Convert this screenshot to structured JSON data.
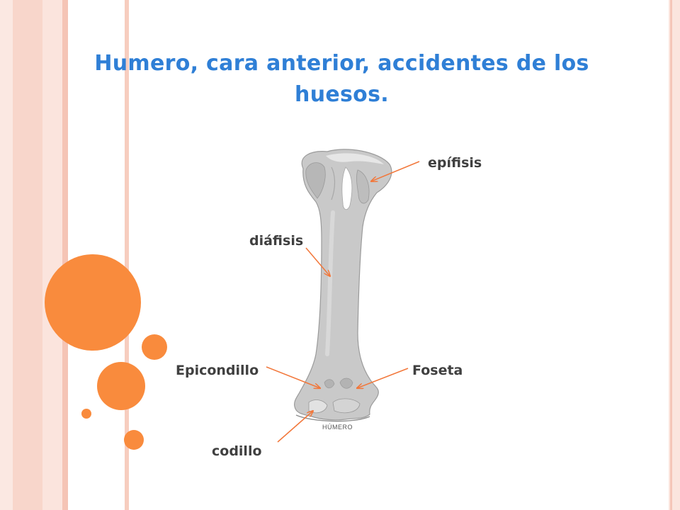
{
  "slide": {
    "title": "Humero, cara anterior, accidentes de los huesos."
  },
  "diagram": {
    "caption": "HÚMERO",
    "labels": {
      "epifisis": "epífisis",
      "diafisis": "diáfisis",
      "epicondillo": "Epicondillo",
      "foseta": "Foseta",
      "codillo": "codillo"
    }
  },
  "colors": {
    "title": "#2f7fd6",
    "accent_orange": "#f98b3d",
    "side_band": "#f7d0c4",
    "bone_fill": "#c9c9c9",
    "arrow": "#f2773a",
    "label_text": "#404040"
  }
}
